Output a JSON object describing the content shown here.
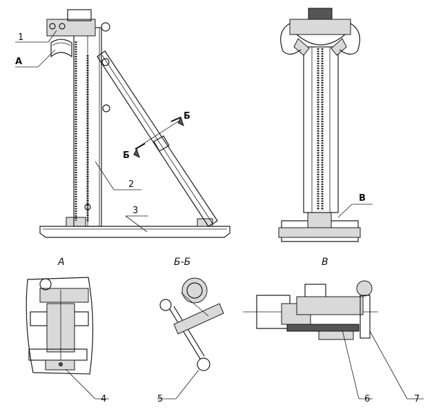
{
  "labels": {
    "l1": "1",
    "lA": "А",
    "l2": "2",
    "l3": "3",
    "lB1": "Б",
    "lB2": "Б",
    "lV": "В",
    "l4": "4",
    "l5": "5",
    "l6": "6",
    "l7": "7"
  },
  "views": {
    "detail_a": "А",
    "section_bb": "Б-Б",
    "detail_v": "В"
  }
}
